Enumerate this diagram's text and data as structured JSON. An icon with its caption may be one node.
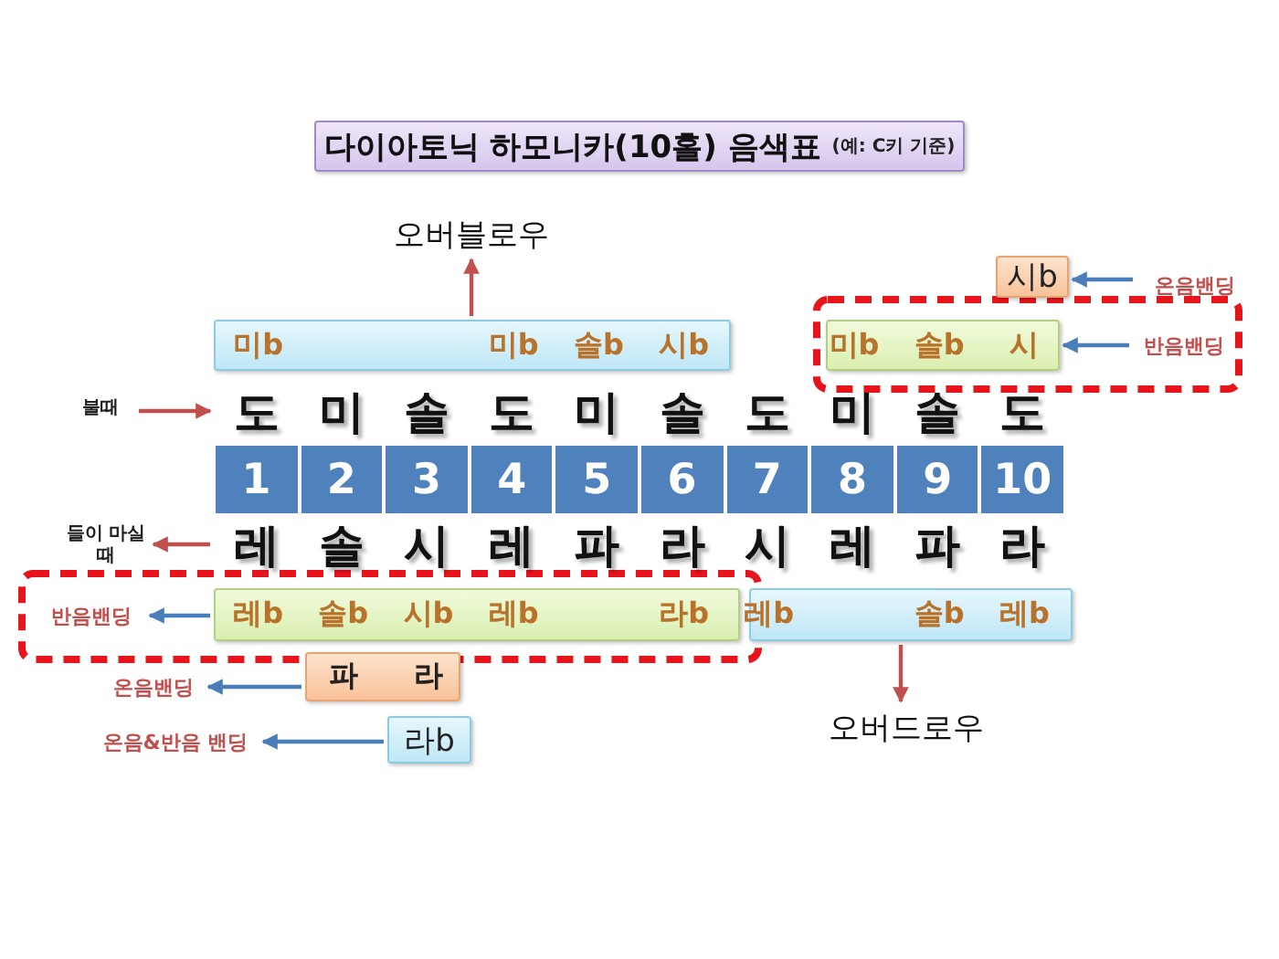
{
  "diagram": {
    "nodes": [
      {
        "text": [
          "다이아토닉 하모니카(10홀) 음색표",
          "(예: C키 기준)"
        ]
      },
      {
        "text": [
          "오버블로우"
        ]
      },
      {
        "text": [
          "시b"
        ]
      },
      {
        "text": [
          "온음밴딩"
        ]
      },
      {
        "text": [
          "미b",
          "미b",
          "솔b",
          "시b"
        ]
      },
      {
        "text": [
          "미b",
          "솔b",
          "시"
        ]
      },
      {
        "text": [
          "반음밴딩"
        ]
      },
      {
        "text": [
          "불때"
        ]
      },
      {
        "text": [
          "도",
          "미",
          "솔",
          "도",
          "미",
          "솔",
          "도",
          "미",
          "솔",
          "도"
        ]
      },
      {
        "text": [
          "1"
        ]
      },
      {
        "text": [
          "2"
        ]
      },
      {
        "text": [
          "3"
        ]
      },
      {
        "text": [
          "4"
        ]
      },
      {
        "text": [
          "5"
        ]
      },
      {
        "text": [
          "6"
        ]
      },
      {
        "text": [
          "7"
        ]
      },
      {
        "text": [
          "8"
        ]
      },
      {
        "text": [
          "9"
        ]
      },
      {
        "text": [
          "10"
        ]
      },
      {
        "text": [
          "들이 마실때"
        ]
      },
      {
        "text": [
          "레",
          "솔",
          "시",
          "레",
          "파",
          "라",
          "시",
          "레",
          "파",
          "라"
        ]
      },
      {
        "text": [
          "반음밴딩"
        ]
      },
      {
        "text": [
          "레b",
          "솔b",
          "시b",
          "레b",
          "라b"
        ]
      },
      {
        "text": [
          "레b",
          "솔b",
          "레b"
        ]
      },
      {
        "text": [
          "온음밴딩"
        ]
      },
      {
        "text": [
          "파",
          "라"
        ]
      },
      {
        "text": [
          "오버드로우"
        ]
      },
      {
        "text": [
          "온음&반음 밴딩"
        ]
      },
      {
        "text": [
          "라b"
        ]
      }
    ],
    "edges": [
      {
        "from": 4,
        "to": 1,
        "arrow": "to",
        "color": "#c0504d"
      },
      {
        "from": 3,
        "to": 2,
        "arrow": "to"
      },
      {
        "from": 6,
        "to": 5,
        "arrow": "to"
      },
      {
        "from": 7,
        "to": 8,
        "arrow": "to",
        "color": "#c0504d"
      },
      {
        "from": 20,
        "to": 19,
        "arrow": "to",
        "color": "#c0504d"
      },
      {
        "from": 22,
        "to": 21,
        "arrow": "to"
      },
      {
        "from": 23,
        "to": 26,
        "arrow": "to",
        "color": "#c0504d"
      },
      {
        "from": 25,
        "to": 24,
        "arrow": "to"
      },
      {
        "from": 28,
        "to": 27,
        "arrow": "to"
      }
    ]
  }
}
